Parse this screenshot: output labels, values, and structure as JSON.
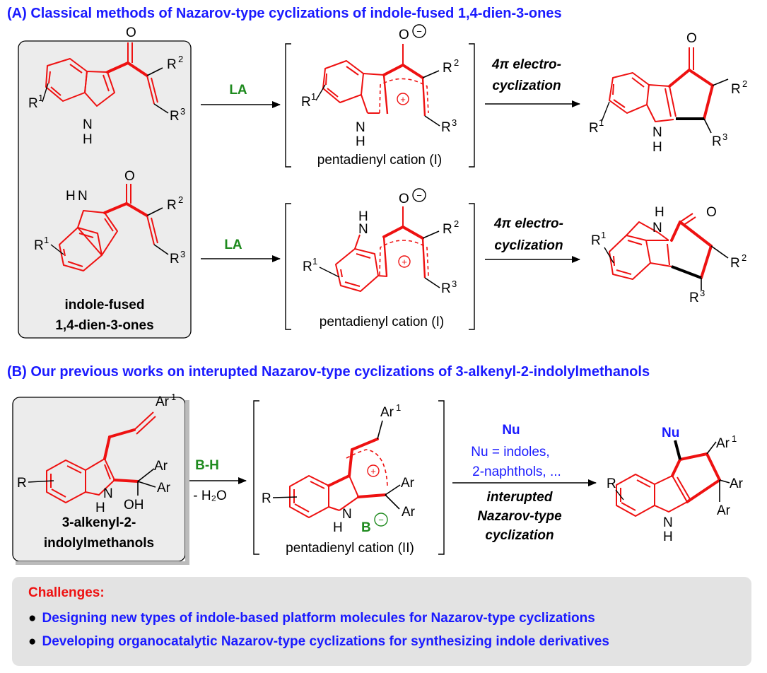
{
  "colors": {
    "blue": "#1a1aff",
    "red": "#ee1111",
    "green": "#1e8a1e",
    "black": "#000000",
    "panel_gray": "#e3e3e3"
  },
  "section_a": {
    "title": "(A) Classical methods of Nazarov-type cyclizations of indole-fused 1,4-dien-3-ones",
    "box_label_line1": "indole-fused",
    "box_label_line2": "1,4-dien-3-ones",
    "reagent": "LA",
    "electro_line1": "4π electro-",
    "electro_line2": "cyclization",
    "cation_label": "pentadienyl cation (I)",
    "atoms": {
      "O": "O",
      "NH": "N",
      "H": "H",
      "R1": "R",
      "R2": "R",
      "R3": "R",
      "sup1": "1",
      "sup2": "2",
      "sup3": "3",
      "minus": "−",
      "plus": "+"
    }
  },
  "section_b": {
    "title": "(B) Our previous works on interupted Nazarov-type cyclizations of 3-alkenyl-2-indolylmethanols",
    "box_label_line1": "3-alkenyl-2-",
    "box_label_line2": "indolylmethanols",
    "reagent": "B-H",
    "byproduct": "- H₂O",
    "nu_label": "Nu",
    "nu_def_line1": "Nu = indoles,",
    "nu_def_line2": "2-naphthols, ...",
    "interupted_line1": "interupted",
    "interupted_line2": "Nazarov-type",
    "interupted_line3": "cyclization",
    "cation_label": "pentadienyl cation (II)",
    "atoms": {
      "Ar": "Ar",
      "Ar1": "Ar",
      "OH": "OH",
      "R": "R",
      "B": "B",
      "N": "N",
      "H": "H"
    }
  },
  "challenges": {
    "heading": "Challenges:",
    "items": [
      "Designing new types of indole-based platform molecules for Nazarov-type cyclizations",
      "Developing organocatalytic Nazarov-type cyclizations for synthesizing indole derivatives"
    ]
  }
}
